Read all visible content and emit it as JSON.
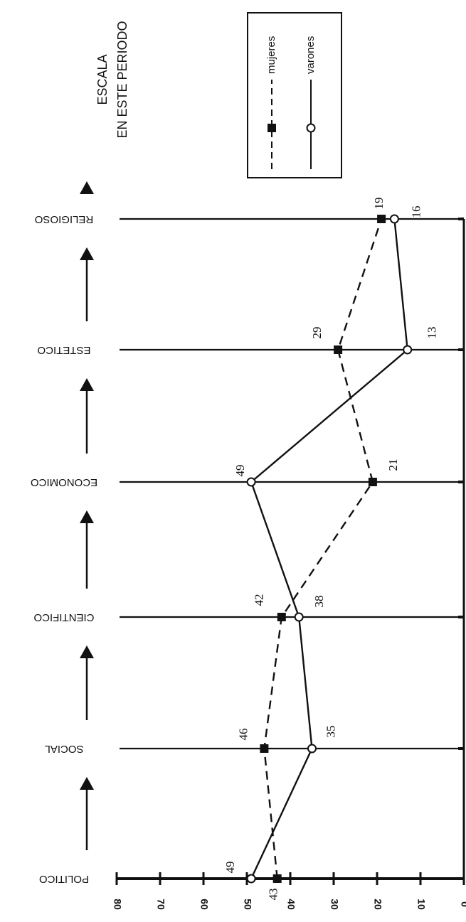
{
  "chart_data": {
    "type": "line",
    "orientation": "rotated",
    "categories": [
      "POLITICO",
      "SOCIAL",
      "CIENTIFICO",
      "ECONOMICO",
      "ESTETICO",
      "RELIGIOSO"
    ],
    "y_ticks": [
      80,
      70,
      60,
      50,
      40,
      30,
      20,
      10,
      0
    ],
    "ylim": [
      0,
      80
    ],
    "scale_label_lines": [
      "ESCALA",
      "EN ESTE PERIODO"
    ],
    "legend_position": "top",
    "series": [
      {
        "name": "mujeres",
        "style": "dashed",
        "marker": "filled-square",
        "color": "#111111",
        "values": [
          43,
          46,
          42,
          21,
          29,
          19
        ]
      },
      {
        "name": "varones",
        "style": "solid",
        "marker": "open-circle",
        "color": "#111111",
        "values": [
          49,
          35,
          38,
          49,
          13,
          16
        ]
      }
    ]
  }
}
